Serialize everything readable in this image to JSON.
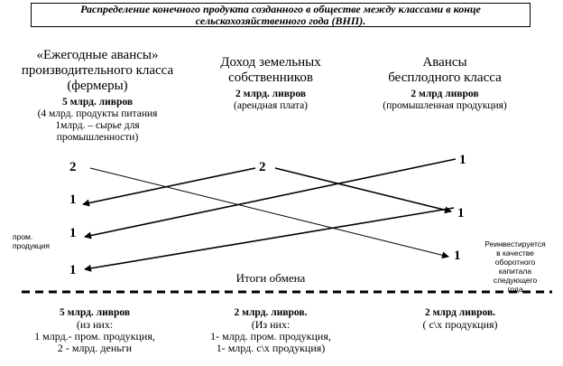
{
  "title": {
    "line1": "Распределение конечного продукта созданного в обществе между классами в конце",
    "line2": "сельскохозяйственного года (ВНП)."
  },
  "columns": {
    "farmers": {
      "head1": "«Ежегодные авансы»",
      "head2": "производительного класса",
      "head3": "(фермеры)",
      "amount": "5 млрд. ливров",
      "note1": "(4 млрд. продукты питания",
      "note2": "1млрд. – сырье для",
      "note3": "промышленности)"
    },
    "landowners": {
      "head1": "Доход земельных",
      "head2": "собственников",
      "amount": "2 млрд. ливров",
      "note1": "(арендная плата)"
    },
    "sterile": {
      "head1": "Авансы",
      "head2": "бесплодного класса",
      "amount": "2 млрд ливров",
      "note1": "(промышленная продукция)"
    }
  },
  "nodes": {
    "left_2": "2",
    "left_1a": "1",
    "left_1b": "1",
    "left_1c": "1",
    "mid_2": "2",
    "right_1a": "1",
    "right_1b": "1",
    "right_1c": "1"
  },
  "side_notes": {
    "left1": "пром.",
    "left2": "продукция",
    "right1": "Реинвестируется",
    "right2": "в качестве",
    "right3": "оборотного",
    "right4": "капитала",
    "right5": "следующего",
    "right6": "года"
  },
  "exchange_label": "Итоги обмена",
  "results": {
    "farmers": {
      "amount": "5 млрд. ливров",
      "line1": "(из них:",
      "line2": "1 млрд.- пром. продукция,",
      "line3": "2 - млрд. деньги"
    },
    "landowners": {
      "amount": "2 млрд. ливров.",
      "line1": "(Из них:",
      "line2": "1- млрд. пром. продукция,",
      "line3": "1- млрд. с\\х продукция)"
    },
    "sterile": {
      "amount": "2 млрд ливров.",
      "line1": "( с\\х продукция)"
    }
  }
}
